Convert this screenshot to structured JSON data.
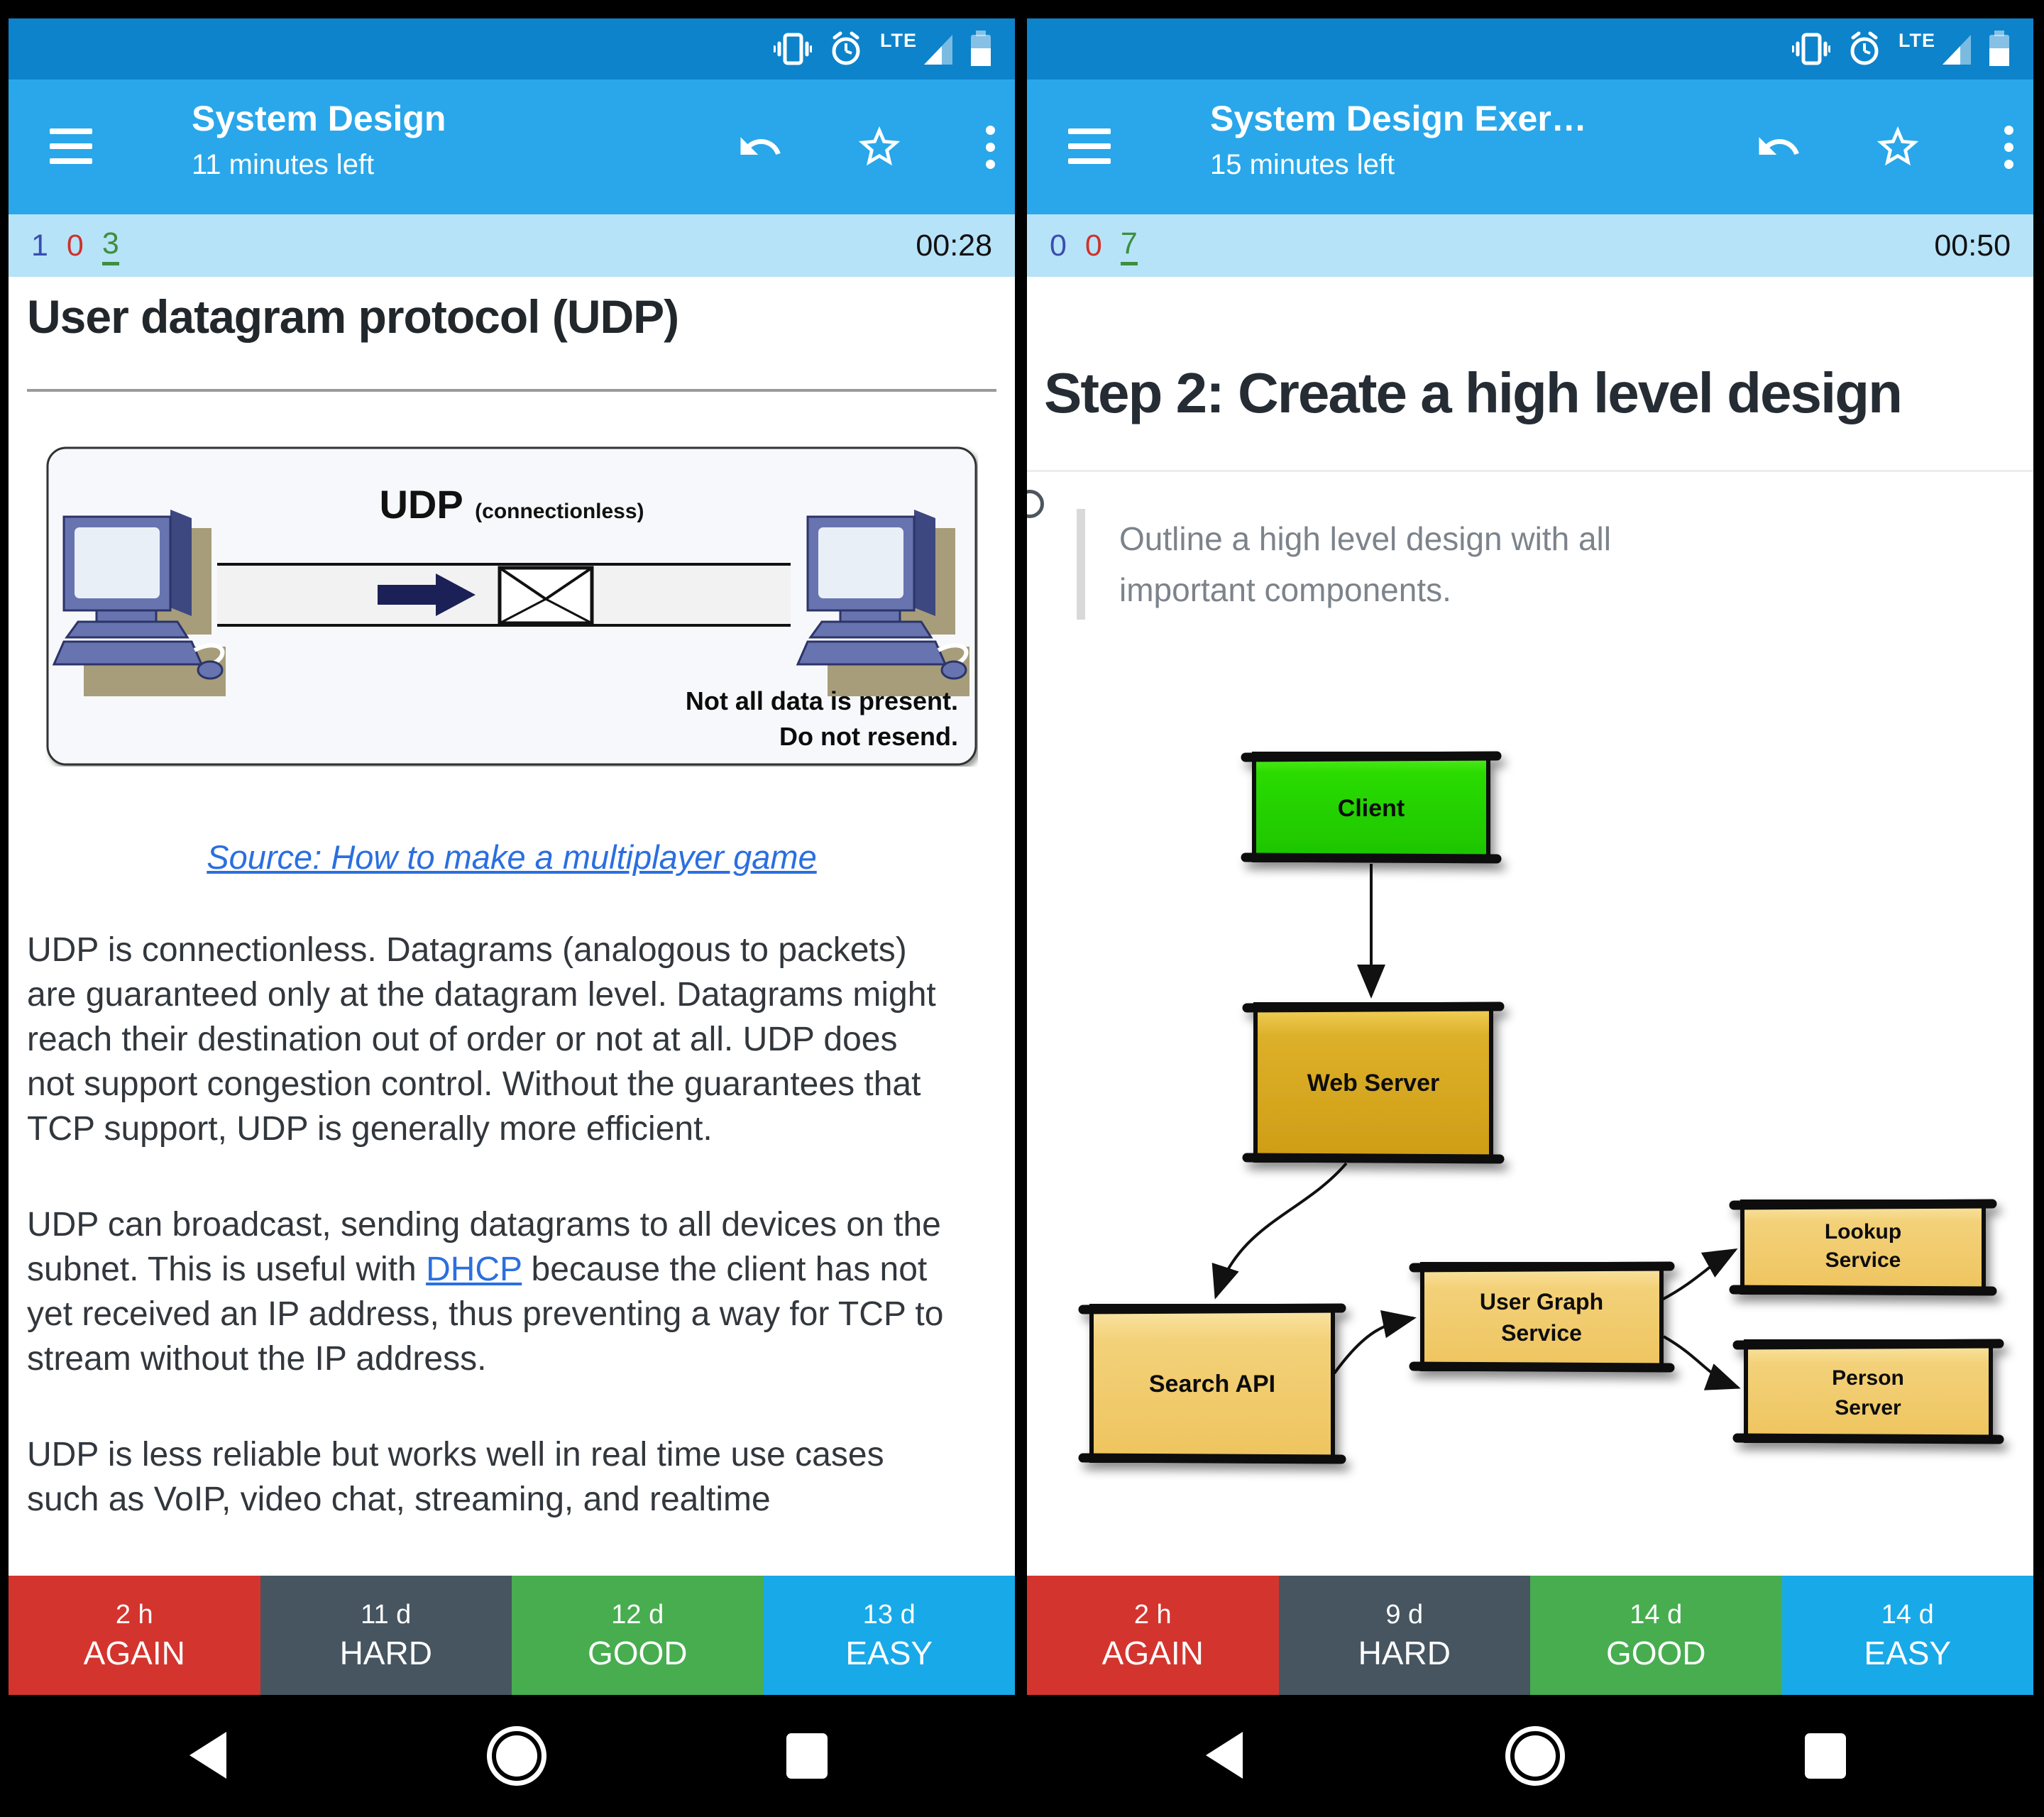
{
  "status": {
    "network": "LTE"
  },
  "left": {
    "app_bar": {
      "title": "System Design",
      "subtitle": "11 minutes left"
    },
    "counters": {
      "new_count": "1",
      "learn_count": "0",
      "review_count": "3",
      "timer": "00:28"
    },
    "card": {
      "heading": "User datagram protocol (UDP)",
      "figure": {
        "title": "UDP",
        "subtitle": "(connectionless)",
        "caption_line1": "Not all data is present.",
        "caption_line2": "Do not resend."
      },
      "source_link": "Source: How to make a multiplayer game",
      "para1": "UDP is connectionless. Datagrams (analogous to packets) are guaranteed only at the datagram level. Datagrams might reach their destination out of order or not at all. UDP does not support congestion control. Without the guarantees that TCP support, UDP is generally more efficient.",
      "para2_before": "UDP can broadcast, sending datagrams to all devices on the subnet. This is useful with ",
      "para2_link": "DHCP",
      "para2_after": " because the client has not yet received an IP address, thus preventing a way for TCP to stream without the IP address.",
      "para3": "UDP is less reliable but works well in real time use cases such as VoIP, video chat, streaming, and realtime"
    },
    "answers": [
      {
        "time": "2 h",
        "label": "AGAIN"
      },
      {
        "time": "11 d",
        "label": "HARD"
      },
      {
        "time": "12 d",
        "label": "GOOD"
      },
      {
        "time": "13 d",
        "label": "EASY"
      }
    ]
  },
  "right": {
    "app_bar": {
      "title": "System Design Exer…",
      "subtitle": "15 minutes left"
    },
    "counters": {
      "new_count": "0",
      "learn_count": "0",
      "review_count": "7",
      "timer": "00:50"
    },
    "card": {
      "heading": "Step 2: Create a high level design",
      "quote": "Outline a high level design with all important components.",
      "diagram": {
        "client": "Client",
        "web_server": "Web Server",
        "search_api": "Search API",
        "user_graph_1": "User Graph",
        "user_graph_2": "Service",
        "lookup_1": "Lookup",
        "lookup_2": "Service",
        "person_1": "Person",
        "person_2": "Server"
      }
    },
    "answers": [
      {
        "time": "2 h",
        "label": "AGAIN"
      },
      {
        "time": "9 d",
        "label": "HARD"
      },
      {
        "time": "14 d",
        "label": "GOOD"
      },
      {
        "time": "14 d",
        "label": "EASY"
      }
    ]
  },
  "colors": {
    "status_bar": "#0d83cb",
    "app_bar": "#29a7ea",
    "counter_bar": "#b7e3f9",
    "again": "#d4342e",
    "hard": "#465560",
    "good": "#47ad4f",
    "easy": "#18a9e9",
    "link": "#2b6fe0",
    "new_count": "#3a4db0",
    "learn_count": "#cf312b",
    "review_count": "#3d8f3f",
    "client_box": "#2adb00",
    "server_box": "#ddb02a",
    "service_box": "#f3d179"
  }
}
